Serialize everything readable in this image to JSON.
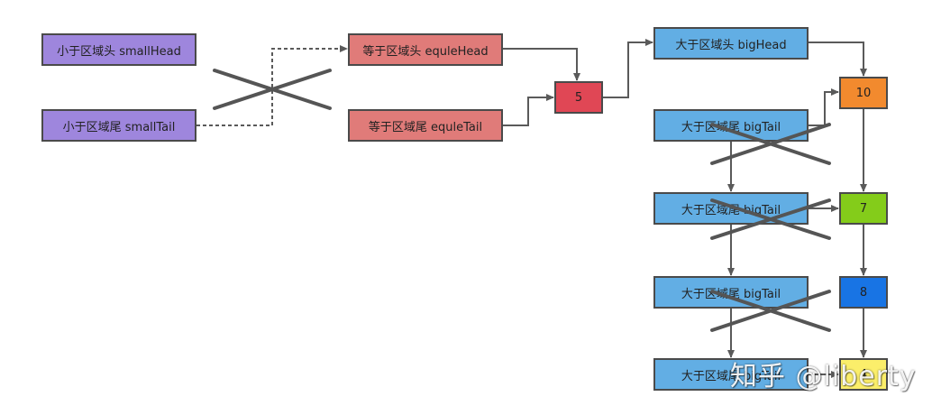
{
  "nodes": {
    "small_head": "小于区域头 smallHead",
    "small_tail": "小于区域尾 smallTail",
    "equal_head": "等于区域头 equleHead",
    "equal_tail": "等于区域尾 equleTail",
    "pivot": "5",
    "big_head": "大于区域头 bigHead",
    "big_tail_1": "大于区域尾 bigTail",
    "big_tail_2": "大于区域尾 bigTail",
    "big_tail_3": "大于区域尾 bigTail",
    "big_tail_4": "大于区域尾 bigTail",
    "value_10": "10",
    "value_7": "7",
    "value_8": "8",
    "value_4": "4"
  },
  "watermark": "知乎 @liberty",
  "colors": {
    "small": "#9e86dd",
    "equal": "#e07b79",
    "pivot": "#e04755",
    "big": "#62aee4",
    "value_10": "#f28a2e",
    "value_7": "#84cc1a",
    "value_8": "#1874e4",
    "value_4": "#fbee6a",
    "line": "#5a5a5a"
  }
}
